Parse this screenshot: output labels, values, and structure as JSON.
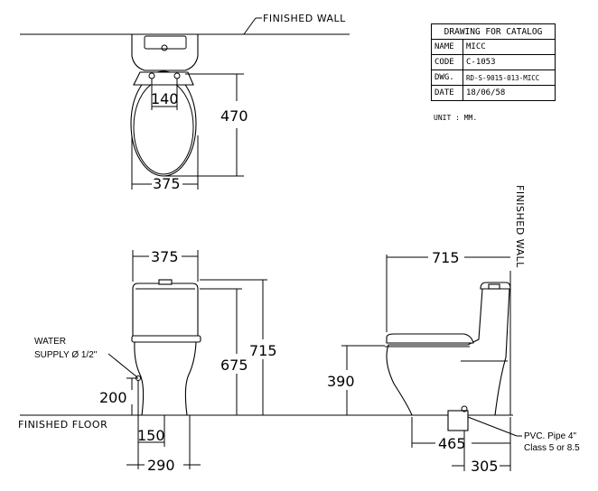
{
  "title_block": {
    "header": "DRAWING FOR CATALOG",
    "rows": [
      {
        "key": "NAME",
        "value": "MICC"
      },
      {
        "key": "CODE",
        "value": "C-1053"
      },
      {
        "key": "DWG.",
        "value": "RD-S-9015-013-MICC"
      },
      {
        "key": "DATE",
        "value": "18/06/58"
      }
    ],
    "unit": "UNIT : MM."
  },
  "labels": {
    "finished_wall_top": "FINISHED WALL",
    "finished_wall_side": "FINISHED WALL",
    "finished_floor": "FINISHED FLOOR",
    "water_supply_line1": "WATER",
    "water_supply_line2": "SUPPLY Ø 1/2\"",
    "pvc_line1": "PVC. Pipe 4\"",
    "pvc_line2": "Class 5 or 8.5"
  },
  "dimensions": {
    "plan_hole_spacing": "140",
    "plan_depth": "470",
    "plan_width": "375",
    "front_width": "375",
    "front_tank_height": "675",
    "front_total_height": "715",
    "front_supply_height": "200",
    "front_supply_offset": "150",
    "front_outlet_offset": "290",
    "side_depth": "715",
    "side_seat_height": "390",
    "side_outlet_distance": "465",
    "side_rough_in": "305"
  }
}
